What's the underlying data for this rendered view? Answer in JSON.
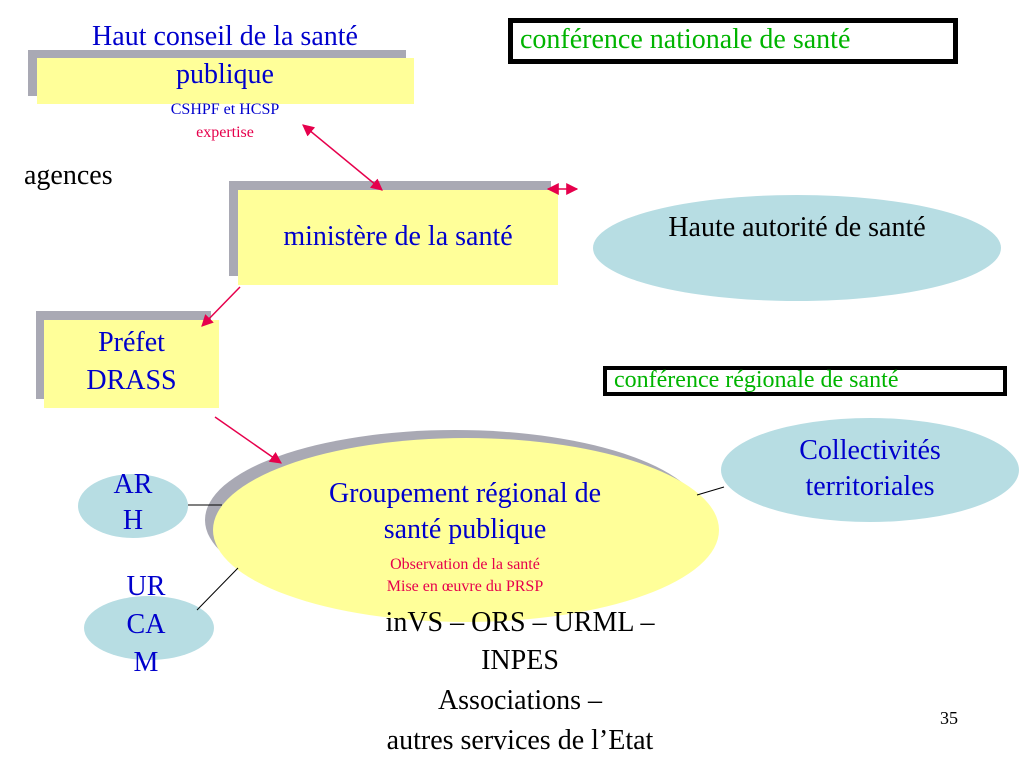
{
  "haut_conseil": {
    "title": "Haut conseil de la santé publique",
    "subtitle": "CSHPF et HCSP",
    "note": "expertise"
  },
  "conference_nationale": "conférence nationale de santé",
  "agences": "agences",
  "ministere": "ministère de la santé",
  "haute_autorite": "Haute autorité de santé",
  "prefet": {
    "line1": "Préfet",
    "line2": "DRASS"
  },
  "conference_regionale": "conférence régionale de santé",
  "collectivites": "Collectivités territoriales",
  "arh": {
    "line1": "AR",
    "line2": "H"
  },
  "urcam": {
    "line1": "UR",
    "line2": "CA",
    "line3": "M"
  },
  "groupement": {
    "title": "Groupement régional de santé publique",
    "detail1": "Observation de la santé",
    "detail2": "Mise en œuvre du PRSP"
  },
  "partners": {
    "line1": "inVS – ORS – URML –",
    "line2": "INPES",
    "line3": "Associations –",
    "line4": "autres services de l’Etat"
  },
  "slide_number": "35",
  "colors": {
    "box_yellow": "#ffff99",
    "shadow_gray": "#a9a9b4",
    "ellipse_blue": "#b7dde3",
    "text_blue": "#0000cc",
    "text_pink": "#e6004c",
    "text_green": "#00b400"
  }
}
